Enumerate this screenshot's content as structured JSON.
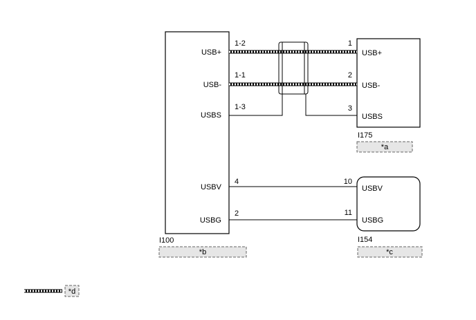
{
  "left_connector": {
    "id": "I100",
    "note": "*b",
    "pins": [
      {
        "label": "USB+",
        "pin": "1-2"
      },
      {
        "label": "USB-",
        "pin": "1-1"
      },
      {
        "label": "USBS",
        "pin": "1-3"
      },
      {
        "label": "USBV",
        "pin": "4"
      },
      {
        "label": "USBG",
        "pin": "2"
      }
    ]
  },
  "right_top_connector": {
    "id": "I175",
    "note": "*a",
    "pins": [
      {
        "label": "USB+",
        "pin": "1"
      },
      {
        "label": "USB-",
        "pin": "2"
      },
      {
        "label": "USBS",
        "pin": "3"
      }
    ]
  },
  "right_bottom_connector": {
    "id": "I154",
    "note": "*c",
    "pins": [
      {
        "label": "USBV",
        "pin": "10"
      },
      {
        "label": "USBG",
        "pin": "11"
      }
    ]
  },
  "legend": {
    "note": "*d"
  }
}
